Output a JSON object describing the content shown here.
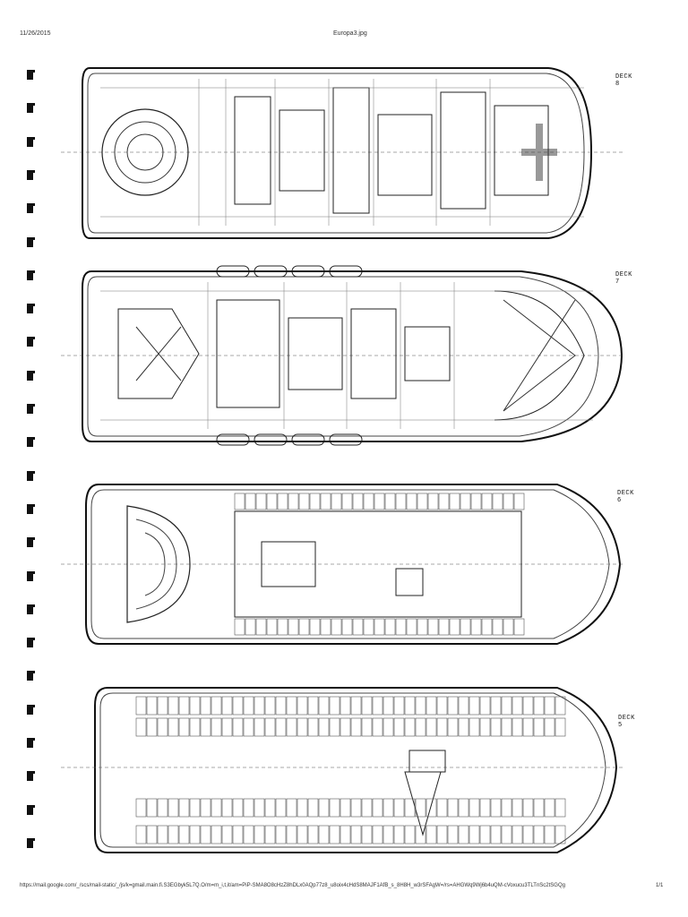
{
  "header": {
    "date": "11/26/2015",
    "title": "Europa3.jpg"
  },
  "footer": {
    "url": "https://mail.google.com/_/scs/mail-static/_/js/k=gmail.main.fi.S3EGbyk5L7Q.O/m=m_i,t,it/am=PiP-SMA8O8cHzZ8hDLx0AQp77z8_u8oix4cHdS8MAJF1AfB_s_8H8H_w3rSFAgW=/rs=AHGWq9Wj6b4uQM-cVoxucu3TLTnSc2tSGQg",
    "page": "1/1"
  },
  "decks": [
    {
      "label": "DECK 8"
    },
    {
      "label": "DECK 7"
    },
    {
      "label": "DECK 6"
    },
    {
      "label": "DECK 5"
    }
  ]
}
